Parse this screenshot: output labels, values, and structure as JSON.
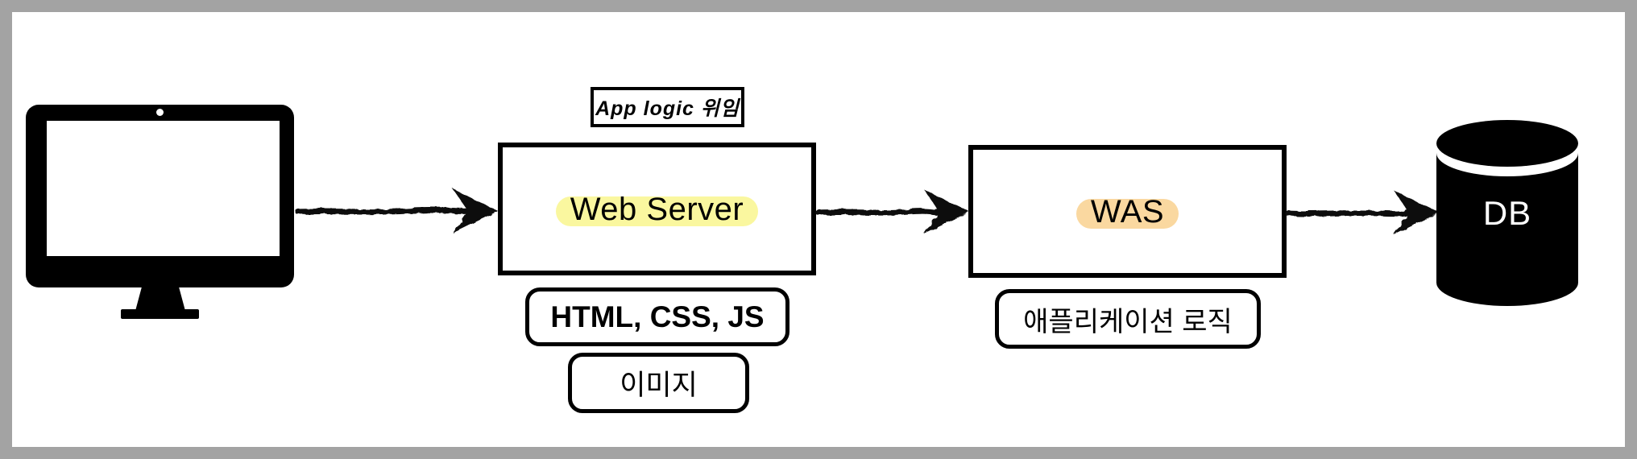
{
  "colors": {
    "frame": "#a3a3a3",
    "background": "#ffffff",
    "ink": "#000000",
    "web_server_highlight": "#faf79f",
    "was_highlight": "#fad8a0",
    "db_text": "#ffffff"
  },
  "nodes": {
    "client": {
      "icon": "desktop-monitor-icon"
    },
    "web_server": {
      "label": "Web Server",
      "note": "App logic 위임",
      "assets": [
        "HTML, CSS, JS",
        "이미지"
      ]
    },
    "was": {
      "label": "WAS",
      "assets": [
        "애플리케이션 로직"
      ]
    },
    "db": {
      "label": "DB"
    }
  },
  "arrows": [
    {
      "from": "client",
      "to": "web_server"
    },
    {
      "from": "web_server",
      "to": "was"
    },
    {
      "from": "was",
      "to": "db"
    }
  ]
}
